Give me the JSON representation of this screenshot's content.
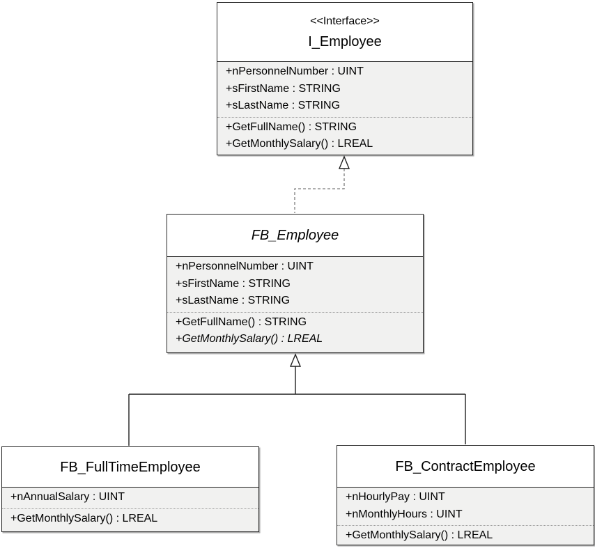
{
  "diagram_type": "uml-class-diagram",
  "colors": {
    "section_background": "#f1f1f0",
    "box_border": "#262626",
    "dashed_connector": "#7d7d7d",
    "solid_connector": "#1f1f1f",
    "divider_dotted": "#9b9b9b"
  },
  "classes": {
    "i_employee": {
      "stereotype": "<<Interface>>",
      "name": "I_Employee",
      "abstract": false,
      "attributes": [
        "+nPersonnelNumber : UINT",
        "+sFirstName : STRING",
        "+sLastName : STRING"
      ],
      "methods": [
        "+GetFullName() : STRING",
        "+GetMonthlySalary() : LREAL"
      ]
    },
    "fb_employee": {
      "name": "FB_Employee",
      "abstract": true,
      "attributes": [
        "+nPersonnelNumber : UINT",
        "+sFirstName : STRING",
        "+sLastName : STRING"
      ],
      "methods": [
        "+GetFullName() : STRING",
        "+GetMonthlySalary() : LREAL"
      ],
      "abstract_methods": [
        "+GetMonthlySalary() : LREAL"
      ]
    },
    "fb_fulltime": {
      "name": "FB_FullTimeEmployee",
      "abstract": false,
      "attributes": [
        "+nAnnualSalary : UINT"
      ],
      "methods": [
        "+GetMonthlySalary() : LREAL"
      ]
    },
    "fb_contract": {
      "name": "FB_ContractEmployee",
      "abstract": false,
      "attributes": [
        "+nHourlyPay : UINT",
        "+nMonthlyHours : UINT"
      ],
      "methods": [
        "+GetMonthlySalary() : LREAL"
      ]
    }
  },
  "relationships": [
    {
      "type": "interface-realization",
      "from": "FB_Employee",
      "to": "I_Employee",
      "line": "dashed",
      "arrowhead": "hollow-triangle"
    },
    {
      "type": "inheritance",
      "from": "FB_FullTimeEmployee",
      "to": "FB_Employee",
      "line": "solid",
      "arrowhead": "hollow-triangle"
    },
    {
      "type": "inheritance",
      "from": "FB_ContractEmployee",
      "to": "FB_Employee",
      "line": "solid",
      "arrowhead": "hollow-triangle"
    }
  ]
}
